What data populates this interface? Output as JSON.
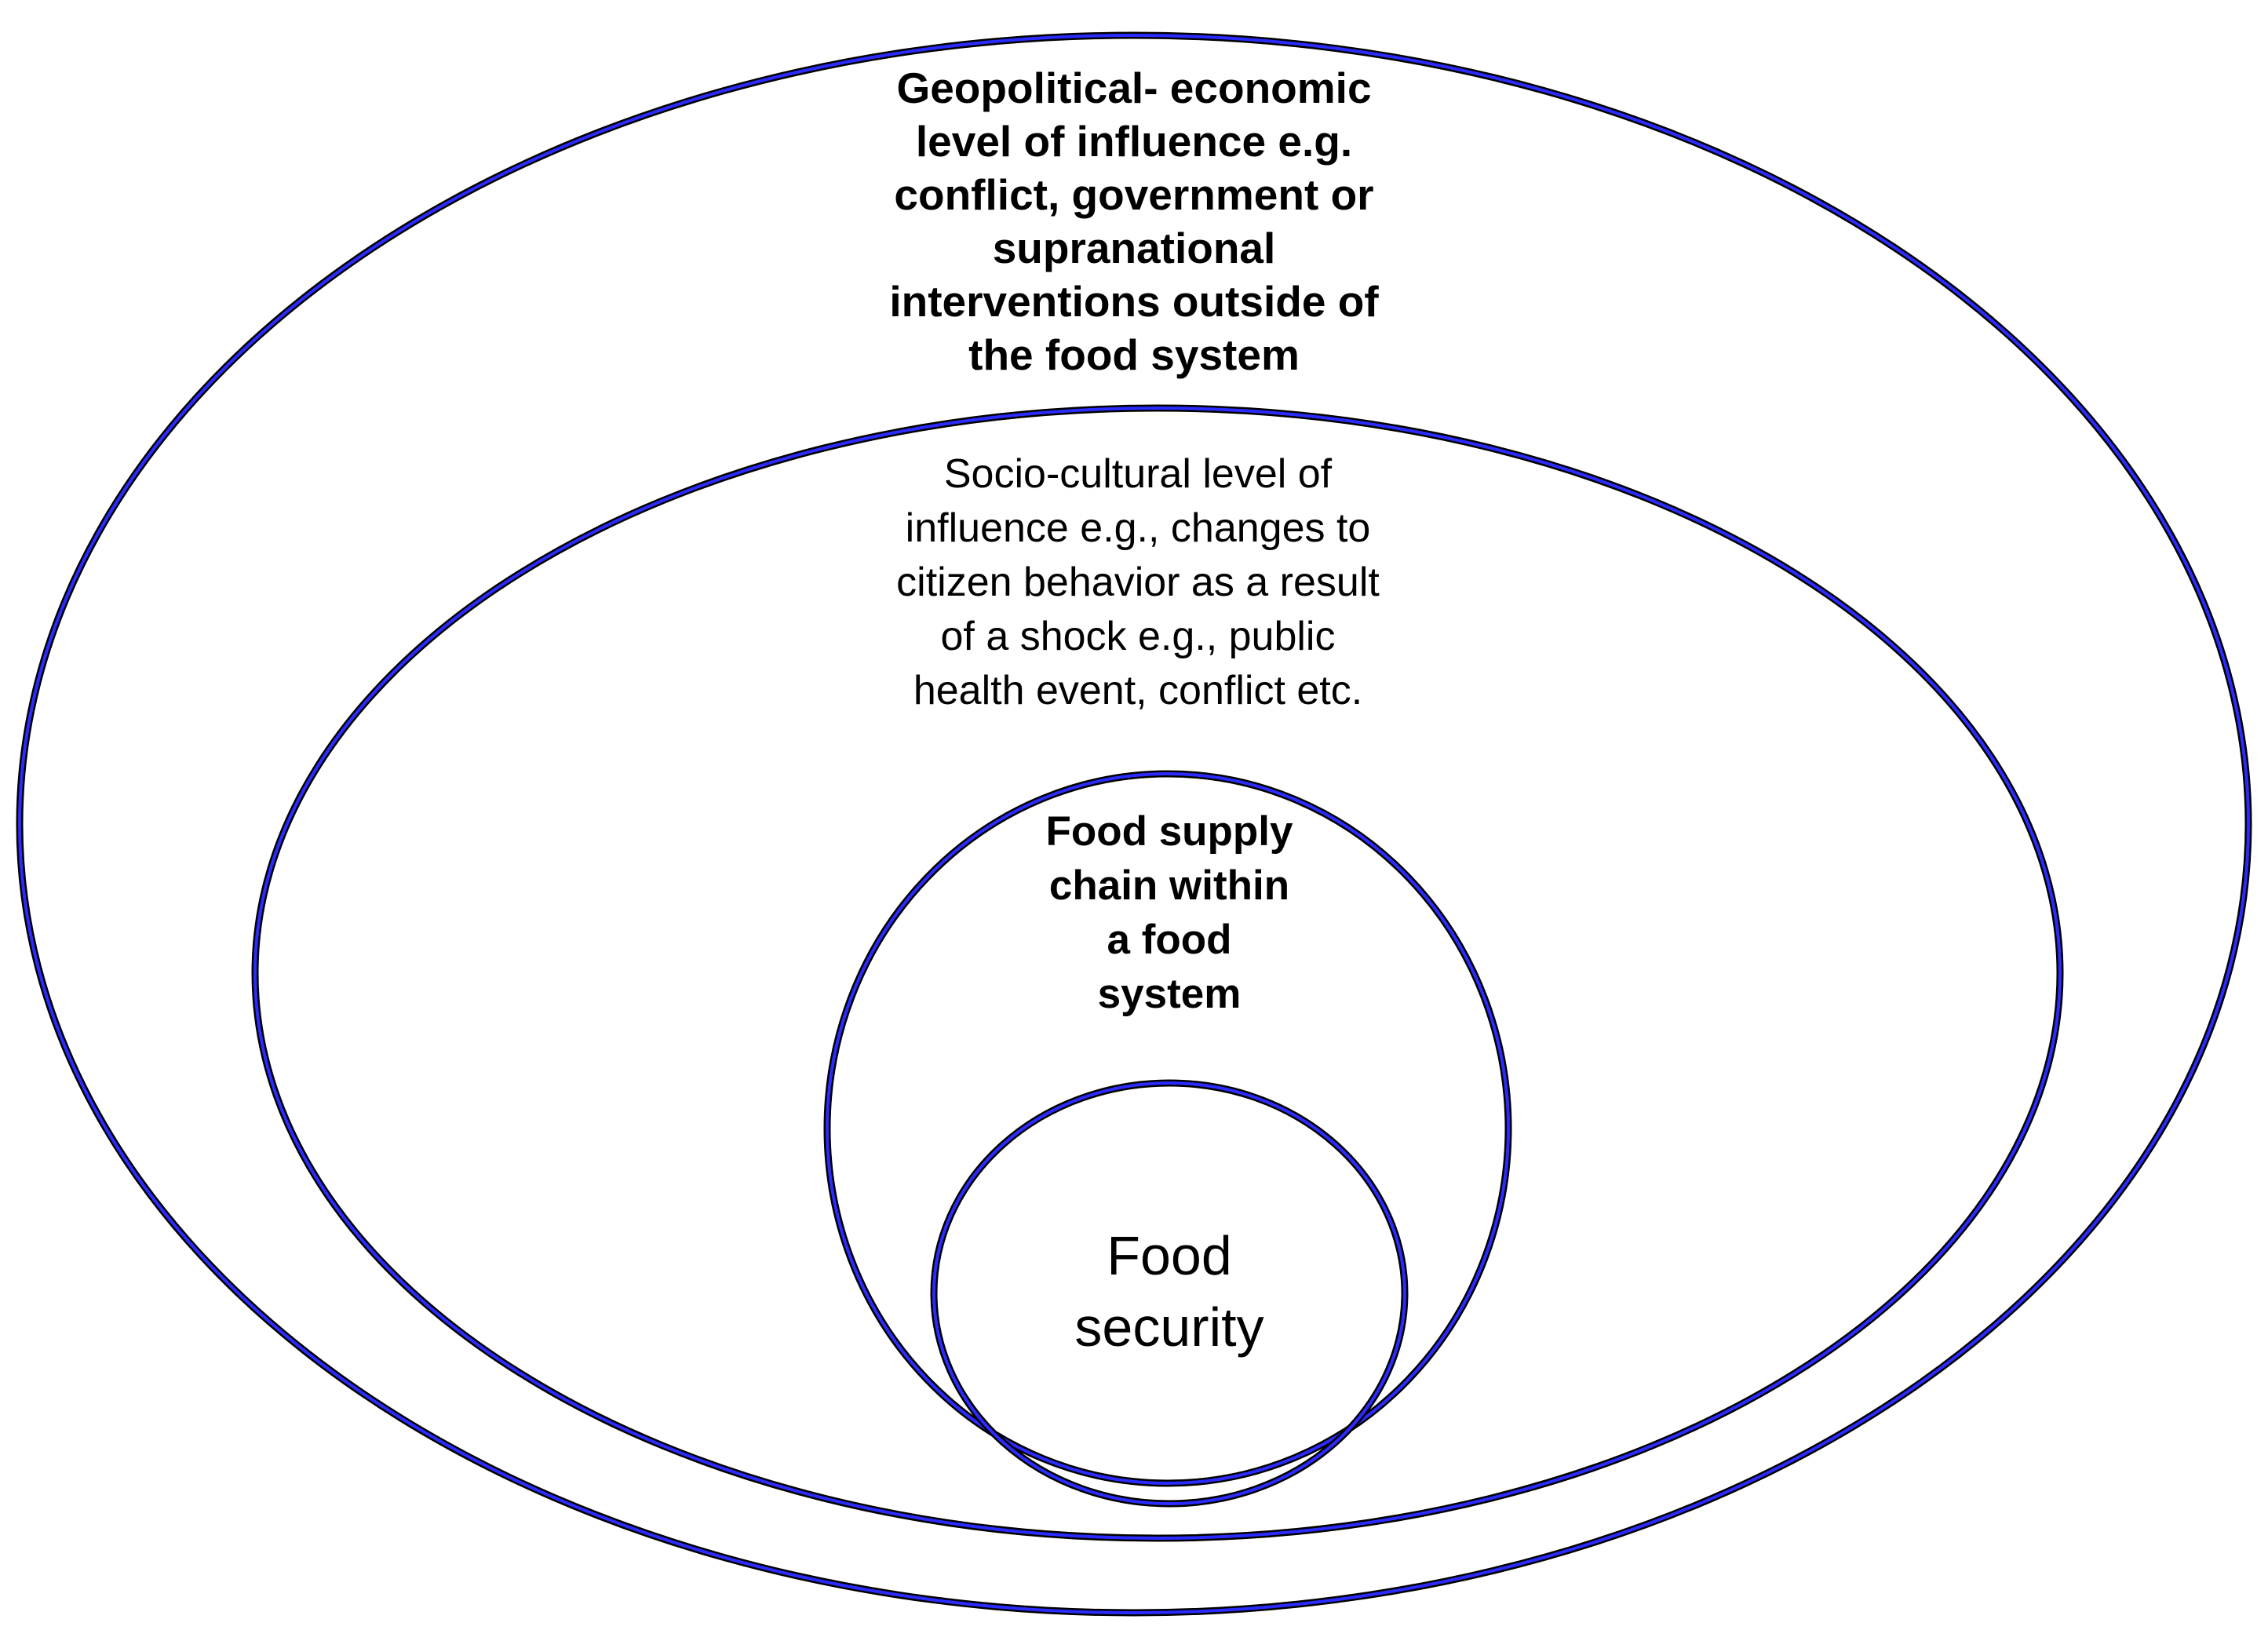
{
  "title": "",
  "levels": [
    {
      "id": "geopolitical",
      "label": "Geopolitical- economic\nlevel of influence e.g.\nconflict, government or\nsupranational\ninterventions outside of\nthe food system"
    },
    {
      "id": "socio_cultural",
      "label": "Socio-cultural level of\ninfluence e.g., changes to\ncitizen behavior as a result\nof a shock e.g., public\nhealth event, conflict etc."
    },
    {
      "id": "supply_chain",
      "label": "Food supply\nchain within\na food\nsystem"
    },
    {
      "id": "food_security",
      "label": "Food\nsecurity"
    }
  ],
  "colors": {
    "ring_outer": "#000000",
    "ring_inner": "#2b2bff",
    "background": "#ffffff",
    "text": "#000000"
  }
}
